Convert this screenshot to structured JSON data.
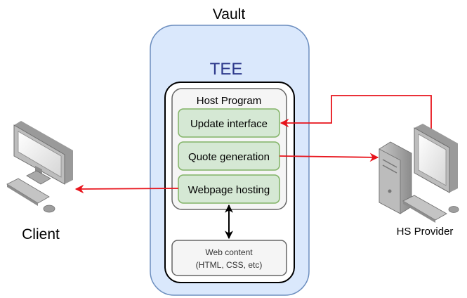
{
  "vault": {
    "title": "Vault"
  },
  "tee": {
    "title": "TEE"
  },
  "host_program": {
    "title": "Host Program",
    "modules": [
      {
        "label": "Update interface"
      },
      {
        "label": "Quote generation"
      },
      {
        "label": "Webpage hosting"
      }
    ]
  },
  "web_content": {
    "line1": "Web content",
    "line2": "(HTML, CSS, etc)"
  },
  "client": {
    "label": "Client",
    "icon": "desktop-computer-icon"
  },
  "provider": {
    "label": "HS Provider",
    "icon": "desktop-tower-computer-icon"
  },
  "colors": {
    "vault_fill": "#dae8fc",
    "vault_stroke": "#6c8ebf",
    "tee_title": "#2e3a8c",
    "module_fill": "#d5e8d4",
    "module_stroke": "#82b366",
    "arrow_red": "#e8141c"
  }
}
